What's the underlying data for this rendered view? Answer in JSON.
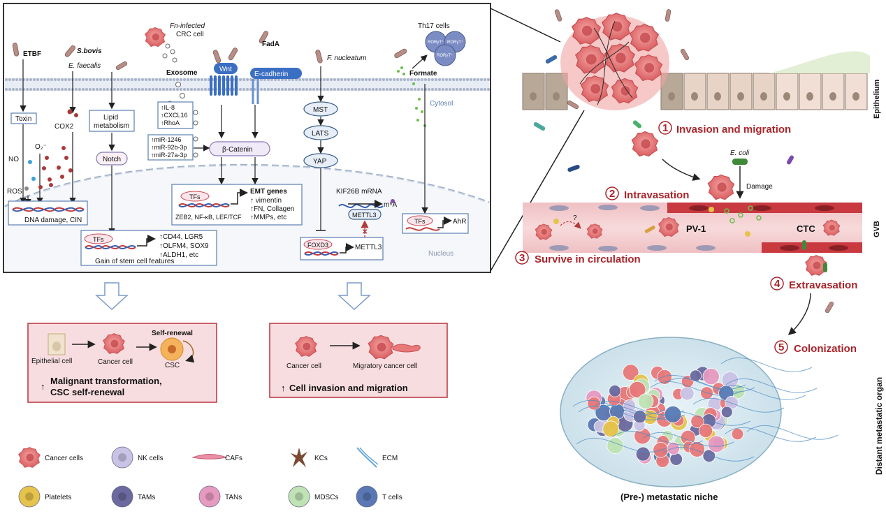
{
  "mechanism": {
    "bacteria": {
      "etbf": "ETBF",
      "sbovis": "S.bovis",
      "efaecalis": "E. faecalis",
      "fn_crc_line1": "Fn-infected",
      "fn_crc_line2": "CRC cell",
      "fada": "FadA",
      "fnucleatum": "F. nucleatum"
    },
    "labels": {
      "toxin": "Toxin",
      "no": "NO",
      "o2": "O₂⁻",
      "ros": "ROS",
      "cox2": "COX2",
      "lipid1": "Lipid",
      "lipid2": "metabolism",
      "notch": "Notch",
      "exosome": "Exosome",
      "exo_box": [
        "↑IL-8",
        "↑CXCL16",
        "↑RhoA"
      ],
      "mirna_box": [
        "↑miR-1246",
        "↑miR-92b-3p",
        "↑miR-27a-3p"
      ],
      "wnt": "Wnt",
      "ecadherin": "E-cadherin",
      "bcatenin": "β-Catenin",
      "mst": "MST",
      "lats": "LATS",
      "yap": "YAP",
      "th17": "Th17 cells",
      "roryt": "RORγT⁺",
      "formate": "Formate",
      "cytosol": "Cytosol",
      "nucleus": "Nucleus",
      "dna_damage": "DNA damage, CIN",
      "tfs": "TFs",
      "stem_genes": [
        "↑CD44, LGR5",
        "↑OLFM4, SOX9",
        "↑ALDH1, etc"
      ],
      "stem_caption": "Gain of stem cell features",
      "emt_title": "EMT genes",
      "emt_genes": [
        "↑ vimentin",
        "↑FN, Collagen",
        "↑MMPs, etc"
      ],
      "emt_tfs": "ZEB2, NF-κB, LEF/TCF",
      "kif26b": "KIF26B mRNA",
      "m6a": "m⁶A",
      "mettl3": "METTL3",
      "foxd3": "FOXD3",
      "ahr": "AhR"
    }
  },
  "outcomes": {
    "left": {
      "epithelial": "Epithelial cell",
      "cancer": "Cancer cell",
      "self_renewal": "Self-renewal",
      "csc": "CSC",
      "line1": "Malignant transformation,",
      "line2": "CSC self-renewal"
    },
    "right": {
      "cancer": "Cancer cell",
      "migratory": "Migratory cancer cell",
      "line1": "Cell invasion and migration"
    }
  },
  "metastasis": {
    "steps": [
      {
        "num": "1",
        "label": "Invasion and migration"
      },
      {
        "num": "2",
        "label": "Intravasation"
      },
      {
        "num": "3",
        "label": "Survive in circulation"
      },
      {
        "num": "4",
        "label": "Extravasation"
      },
      {
        "num": "5",
        "label": "Colonization"
      }
    ],
    "epithelium": "Epithelium",
    "gvb": "GVB",
    "distant": "Distant metastatic organ",
    "ecoli": "E. coli",
    "damage": "Damage",
    "pv1": "PV-1",
    "ctc": "CTC",
    "question": "?",
    "niche": "(Pre-) metastatic niche"
  },
  "legend": [
    {
      "label": "Cancer cells",
      "icon": "cancer-cell-icon",
      "color": "#e8797a"
    },
    {
      "label": "NK cells",
      "icon": "nk-cell-icon",
      "color": "#c9c3e6"
    },
    {
      "label": "CAFs",
      "icon": "caf-icon",
      "color": "#ea8fa5"
    },
    {
      "label": "KCs",
      "icon": "kc-icon",
      "color": "#7a4a33"
    },
    {
      "label": "ECM",
      "icon": "ecm-icon",
      "color": "#6aa8d8"
    },
    {
      "label": "Platelets",
      "icon": "platelet-icon",
      "color": "#e6c34a"
    },
    {
      "label": "TAMs",
      "icon": "tam-icon",
      "color": "#6a6a9f"
    },
    {
      "label": "TANs",
      "icon": "tan-icon",
      "color": "#e79ac0"
    },
    {
      "label": "MDSCs",
      "icon": "mdsc-icon",
      "color": "#bfe3b4"
    },
    {
      "label": "T cells",
      "icon": "t-cell-icon",
      "color": "#5a78b3"
    }
  ],
  "colors": {
    "step_red": "#a8242a",
    "outcome_bg": "#f8dde0",
    "outcome_border": "#b8333c",
    "vessel": "#e3a8ad",
    "vessel_dark": "#c83a40",
    "cell_pink": "#e8797a"
  }
}
